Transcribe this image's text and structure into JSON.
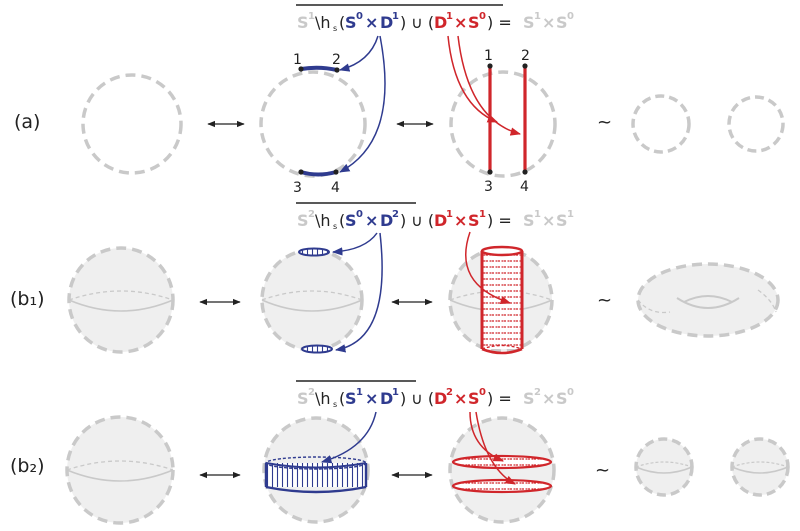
{
  "colors": {
    "grey": "#c9c9c9",
    "fill": "#efefef",
    "blue": "#2f3b8f",
    "red": "#d0262b",
    "ink": "#222222"
  },
  "rows": [
    {
      "label": "(a)",
      "formula": {
        "overline": "S",
        "overline_exp": "1",
        "mid": "\\h",
        "mid_sub": "s",
        "open1": "(",
        "blue_a": "S",
        "blue_a_exp": "0",
        "times1": "×",
        "blue_b": "D",
        "blue_b_exp": "1",
        "close1": ")",
        "union": " ∪ (",
        "red_a": "D",
        "red_a_exp": "1",
        "times2": "×",
        "red_b": "S",
        "red_b_exp": "0",
        "close2": ") = ",
        "res_a": "S",
        "res_a_exp": "1",
        "times3": "×",
        "res_b": "S",
        "res_b_exp": "0"
      },
      "points": [
        "1",
        "2",
        "3",
        "4"
      ],
      "points_red": [
        "1",
        "2",
        "3",
        "4"
      ]
    },
    {
      "label": "(b₁)",
      "formula": {
        "overline": "S",
        "overline_exp": "2",
        "mid": "\\h",
        "mid_sub": "s",
        "open1": "(",
        "blue_a": "S",
        "blue_a_exp": "0",
        "times1": "×",
        "blue_b": "D",
        "blue_b_exp": "2",
        "close1": ")",
        "union": " ∪ (",
        "red_a": "D",
        "red_a_exp": "1",
        "times2": "×",
        "red_b": "S",
        "red_b_exp": "1",
        "close2": ") = ",
        "res_a": "S",
        "res_a_exp": "1",
        "times3": "×",
        "res_b": "S",
        "res_b_exp": "1"
      }
    },
    {
      "label": "(b₂)",
      "formula": {
        "overline": "S",
        "overline_exp": "2",
        "mid": "\\h",
        "mid_sub": "s",
        "open1": "(",
        "blue_a": "S",
        "blue_a_exp": "1",
        "times1": "×",
        "blue_b": "D",
        "blue_b_exp": "1",
        "close1": ")",
        "union": " ∪ (",
        "red_a": "D",
        "red_a_exp": "2",
        "times2": "×",
        "red_b": "S",
        "red_b_exp": "0",
        "close2": ") = ",
        "res_a": "S",
        "res_a_exp": "2",
        "times3": "×",
        "res_b": "S",
        "res_b_exp": "0"
      }
    }
  ],
  "tilde": "~"
}
